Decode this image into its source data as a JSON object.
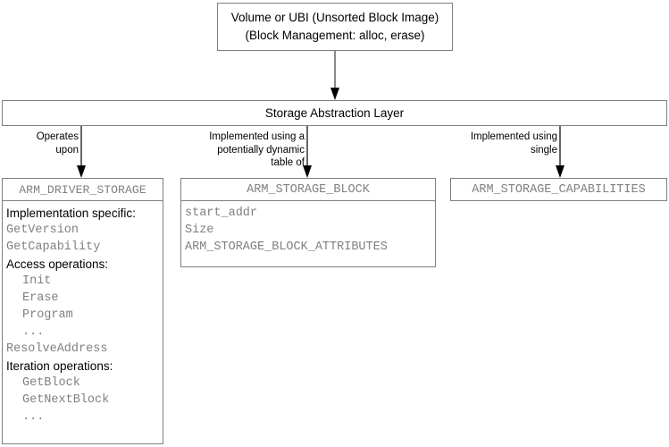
{
  "diagram": {
    "title_box": {
      "lines": [
        "Volume or UBI (Unsorted Block Image)",
        "(Block Management: alloc, erase)"
      ]
    },
    "abstraction_layer": {
      "label": "Storage Abstraction Layer"
    },
    "connectors": [
      {
        "name": "operates-upon",
        "label": "Operates\nupon"
      },
      {
        "name": "implemented-table",
        "label": "Implemented using a\npotentially dynamic\ntable of"
      },
      {
        "name": "implemented-single",
        "label": "Implemented using\nsingle"
      }
    ],
    "connector_labels": {
      "operates_upon_line1": "Operates",
      "operates_upon_line2": "upon",
      "implemented_table_line1": "Implemented using a",
      "implemented_table_line2": "potentially dynamic",
      "implemented_table_line3": "table of",
      "implemented_single_line1": "Implemented using",
      "implemented_single_line2": "single"
    },
    "boxes": {
      "driver_storage": {
        "header": "ARM_DRIVER_STORAGE",
        "rows": [
          {
            "text": "Implementation specific:",
            "style": "label",
            "indent": false
          },
          {
            "text": "GetVersion",
            "style": "mono",
            "indent": false
          },
          {
            "text": "GetCapability",
            "style": "mono",
            "indent": false
          },
          {
            "text": "Access operations:",
            "style": "label",
            "indent": false
          },
          {
            "text": "Init",
            "style": "mono",
            "indent": true
          },
          {
            "text": "Erase",
            "style": "mono",
            "indent": true
          },
          {
            "text": "Program",
            "style": "mono",
            "indent": true
          },
          {
            "text": "...",
            "style": "mono",
            "indent": true
          },
          {
            "text": "ResolveAddress",
            "style": "mono",
            "indent": false
          },
          {
            "text": "Iteration operations:",
            "style": "label",
            "indent": false
          },
          {
            "text": "GetBlock",
            "style": "mono",
            "indent": true
          },
          {
            "text": "GetNextBlock",
            "style": "mono",
            "indent": true
          },
          {
            "text": "...",
            "style": "mono",
            "indent": true
          }
        ]
      },
      "storage_block": {
        "header": "ARM_STORAGE_BLOCK",
        "rows": [
          {
            "text": "start_addr",
            "style": "mono",
            "indent": false
          },
          {
            "text": "Size",
            "style": "mono",
            "indent": false
          },
          {
            "text": "ARM_STORAGE_BLOCK_ATTRIBUTES",
            "style": "mono",
            "indent": false
          }
        ]
      },
      "storage_capabilities": {
        "header": "ARM_STORAGE_CAPABILITIES"
      }
    },
    "colors": {
      "border": "#7f7f7f",
      "mono_text": "#808080",
      "label_text": "#000000",
      "arrow": "#595959",
      "background": "#ffffff"
    }
  }
}
